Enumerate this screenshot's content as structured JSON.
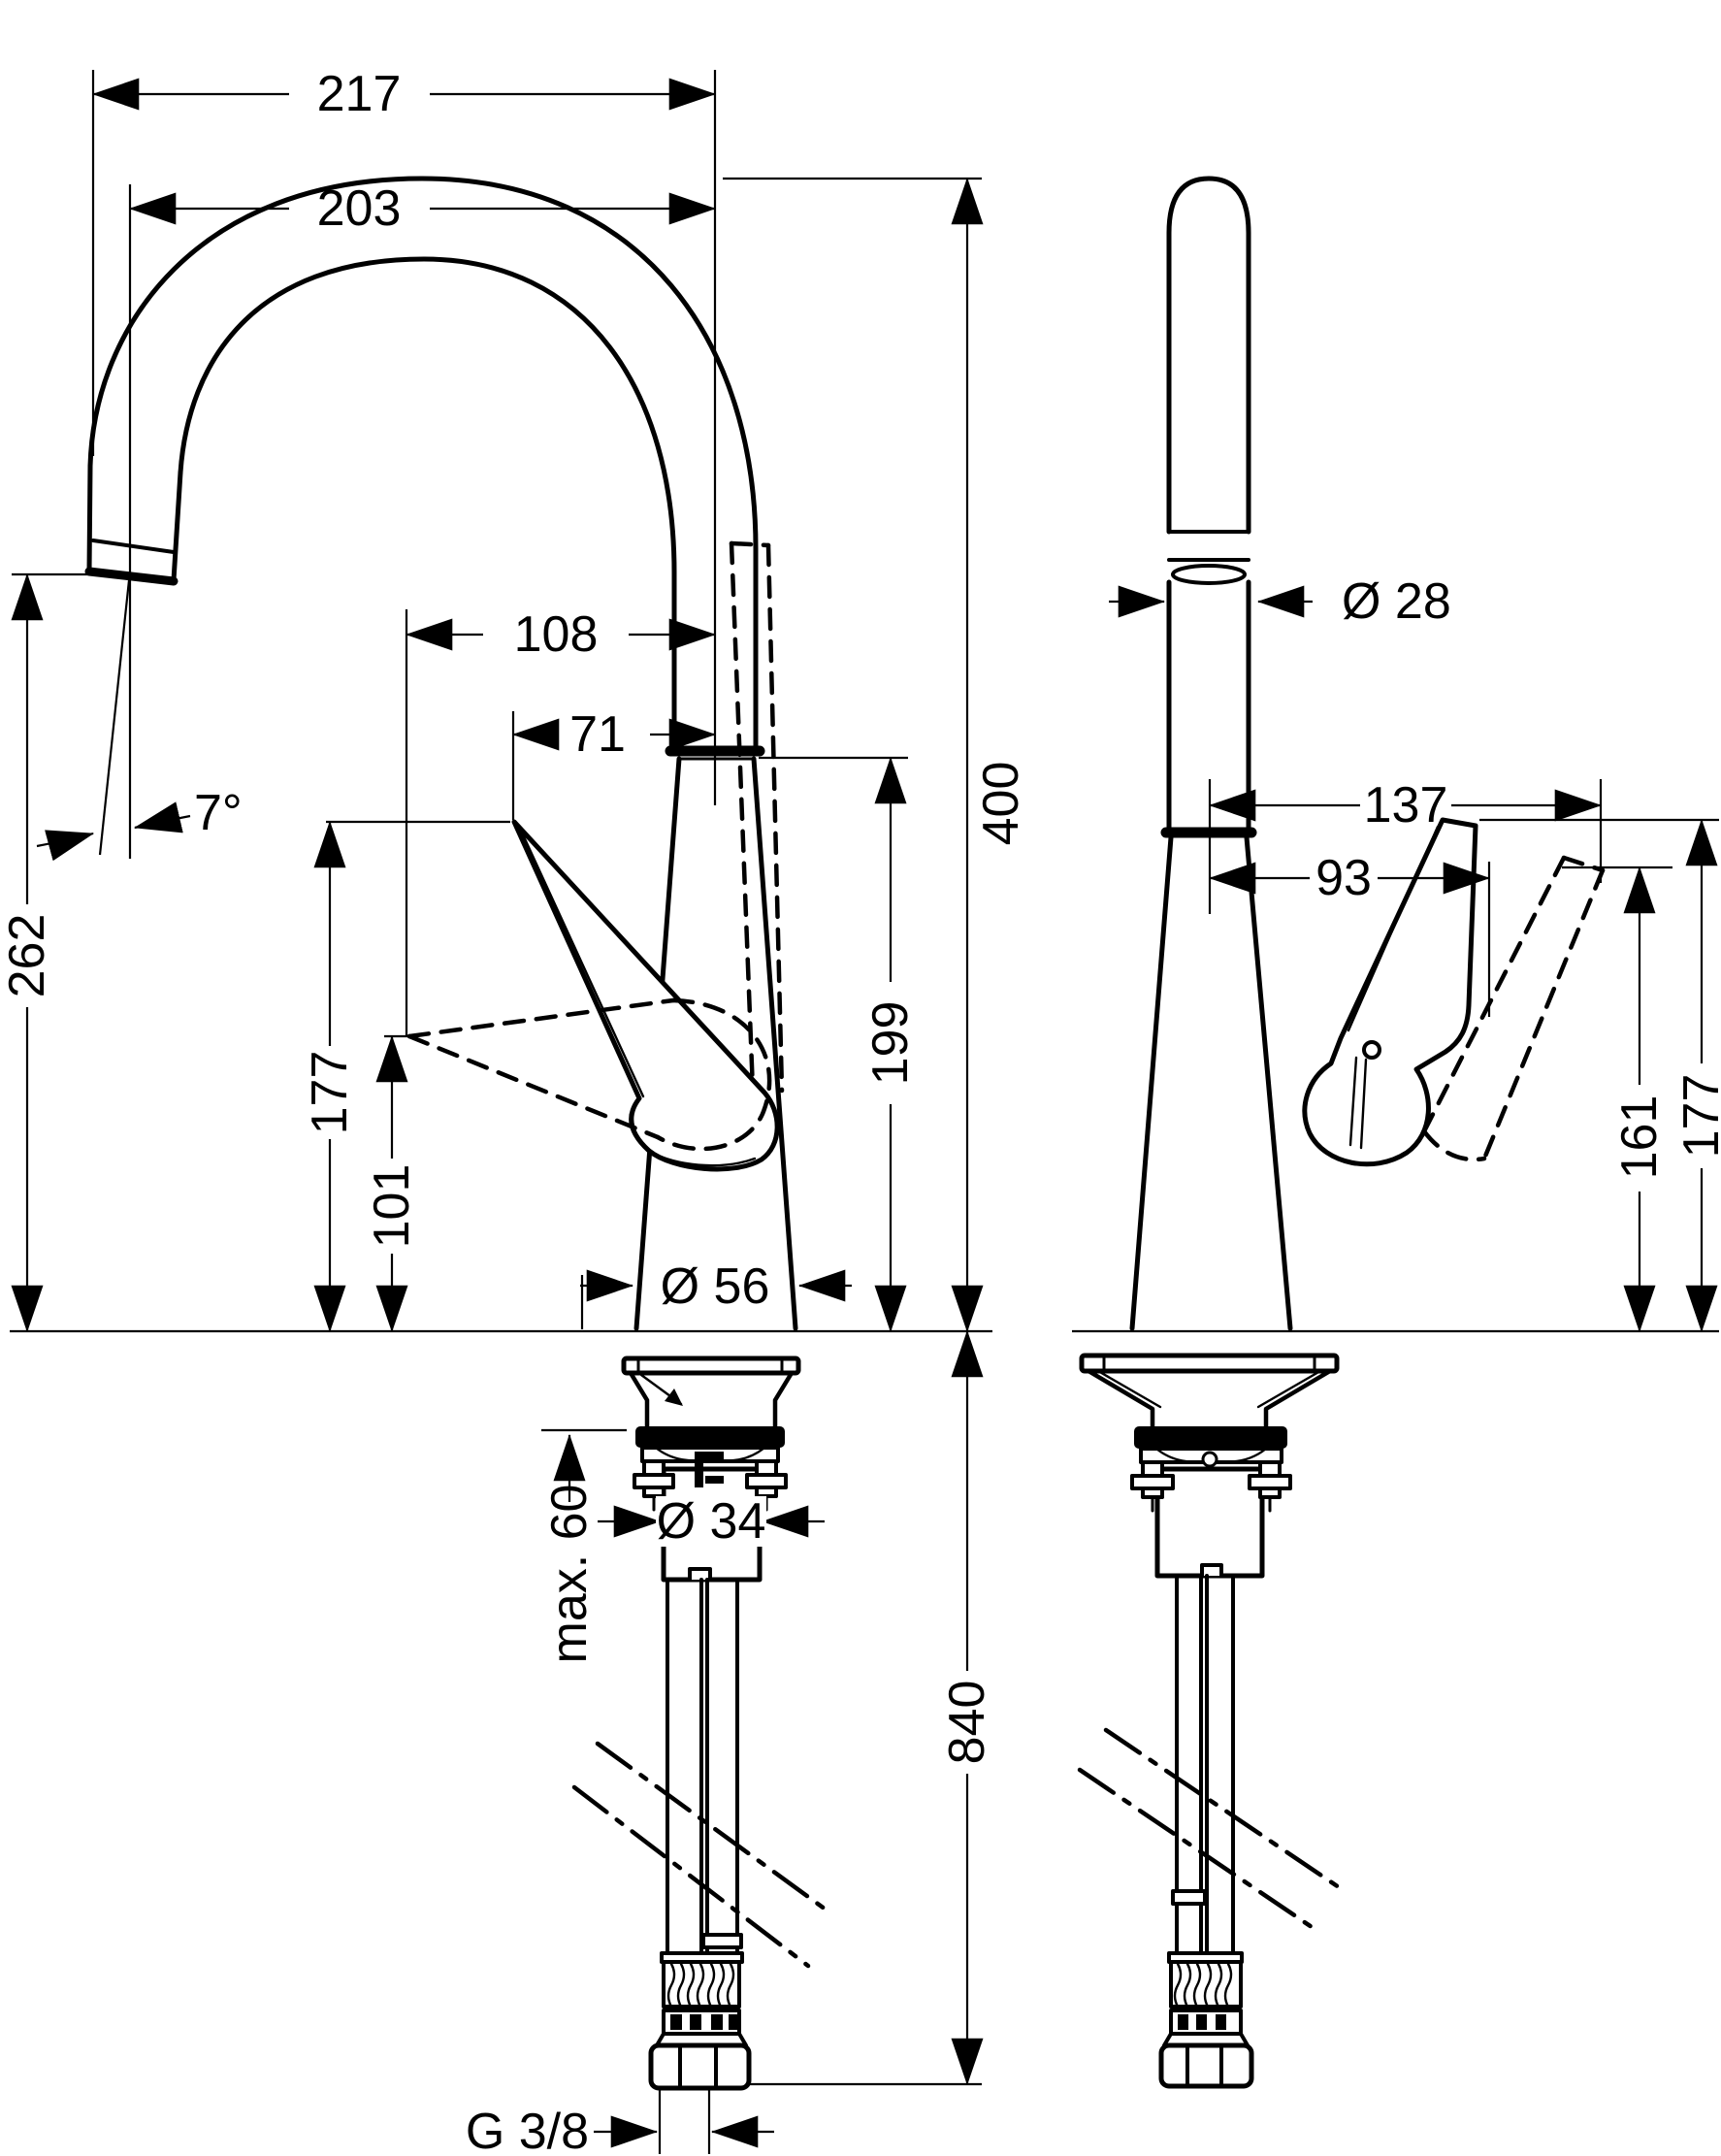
{
  "drawing": {
    "type": "faucet-installation-dimension-diagram",
    "line_color": "#000000",
    "background_color": "#ffffff",
    "front_view": {
      "dims": {
        "overall_reach": "217",
        "aerator_reach": "203",
        "handle_reach_lowered": "108",
        "handle_reach": "71",
        "outlet_height": "262",
        "spout_angle": "7°",
        "handle_tip_height": "177",
        "handle_lowered_height": "101",
        "body_height": "199",
        "total_height": "400",
        "base_diameter": "Ø 56",
        "max_counter_thickness": "max. 60",
        "shank_diameter": "Ø 34",
        "connection_thread": "G 3/8",
        "hose_length": "840"
      }
    },
    "side_view": {
      "dims": {
        "pipe_diameter": "Ø 28",
        "handle_depth_open": "137",
        "handle_depth": "93",
        "handle_open_height": "161",
        "handle_height": "177"
      }
    }
  }
}
